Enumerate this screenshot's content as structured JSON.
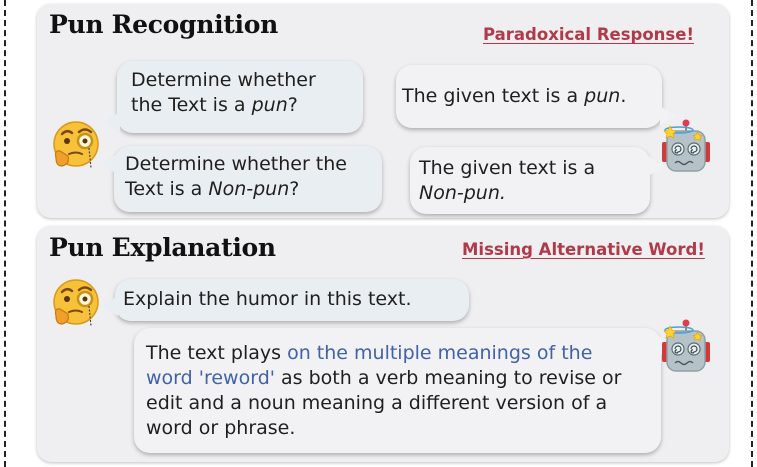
{
  "recognition": {
    "title": "Pun Recognition",
    "warning": "Paradoxical Response!",
    "q1_pre": "Determine whether",
    "q1_line2_pre": "the Text is a ",
    "q1_em": "pun",
    "q1_post": "?",
    "a1_pre": "The given text is a ",
    "a1_em": "pun",
    "a1_post": ".",
    "q2_pre": "Determine whether the",
    "q2_line2_pre": "Text is a ",
    "q2_em": "Non-pun",
    "q2_post": "?",
    "a2_pre": "The given text is a",
    "a2_em": "Non-pun."
  },
  "explanation": {
    "title": "Pun Explanation",
    "warning": "Missing Alternative Word!",
    "question": "Explain the humor in this text.",
    "answer_pre": "The text plays ",
    "answer_highlight": "on the multiple meanings of the word 'reword'",
    "answer_post": " as both a verb meaning to revise or edit and a noun meaning a different version of a word or phrase."
  },
  "icons": {
    "user": "thinking-monocle-face-icon",
    "bot": "dizzy-robot-icon"
  }
}
